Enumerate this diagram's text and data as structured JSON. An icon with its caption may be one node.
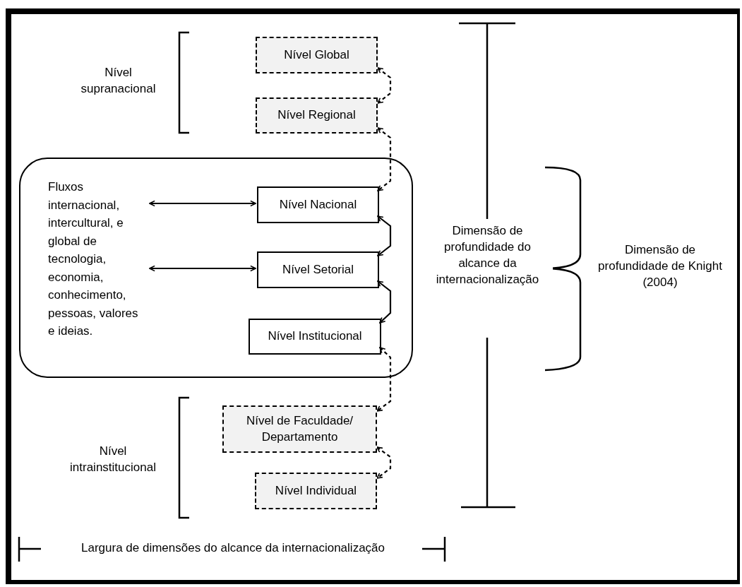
{
  "diagram": {
    "nodes": [
      {
        "text": [
          "Nível Global"
        ]
      },
      {
        "text": [
          "Nível Regional"
        ]
      },
      {
        "text": [],
        "shape": "box"
      },
      {
        "text": [
          "Fluxos internacional, intercultural, e global de tecnologia, economia, conhecimento, pessoas, valores e ideias."
        ],
        "in": 2
      },
      {
        "text": [
          "Nível Nacional"
        ],
        "in": 2
      },
      {
        "text": [
          "Nível Setorial"
        ],
        "in": 2
      },
      {
        "text": [
          "Nível Institucional"
        ],
        "in": 2
      },
      {
        "text": [
          "Nível de Faculdade/ Departamento"
        ]
      },
      {
        "text": [
          "Nível Individual"
        ]
      }
    ],
    "edges": [
      {
        "from": 0,
        "to": 1,
        "arrow": "both",
        "style": "dashed"
      },
      {
        "from": 1,
        "to": 4,
        "arrow": "both",
        "style": "dashed"
      },
      {
        "from": 4,
        "to": 5,
        "arrow": "both"
      },
      {
        "from": 5,
        "to": 6,
        "arrow": "both"
      },
      {
        "from": 6,
        "to": 7,
        "arrow": "both",
        "style": "dashed"
      },
      {
        "from": 7,
        "to": 8,
        "arrow": "both",
        "style": "dashed"
      },
      {
        "from": 3,
        "to": 4,
        "arrow": "both"
      },
      {
        "from": 3,
        "to": 5,
        "arrow": "both"
      }
    ],
    "labels": [
      "Nível supranacional",
      "Dimensão de profundidade do alcance da internacionalização",
      "Dimensão de profundidade de Knight (2004)",
      "Nível intrainstitucional",
      "Largura de dimensões do alcance da internacionalização"
    ]
  }
}
